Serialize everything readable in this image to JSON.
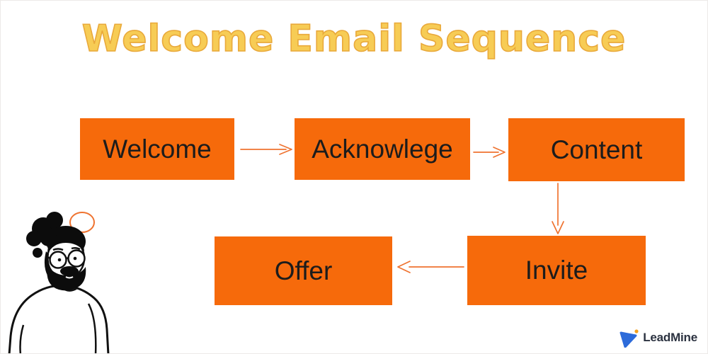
{
  "page": {
    "title": "Welcome Email Sequence",
    "background_color": "#FFFFFF",
    "border_color": "#ECEAE8",
    "title_color": "#F7CC55",
    "title_outline_color": "#E9A93B"
  },
  "flowchart": {
    "box_color": "#F66A0B",
    "box_text_color": "#1C1C1C",
    "arrow_color": "#EF7330",
    "nodes": [
      {
        "id": "welcome",
        "label": "Welcome"
      },
      {
        "id": "acknowlege",
        "label": "Acknowlege"
      },
      {
        "id": "content",
        "label": "Content"
      },
      {
        "id": "invite",
        "label": "Invite"
      },
      {
        "id": "offer",
        "label": "Offer"
      }
    ],
    "edges": [
      {
        "from": "welcome",
        "to": "acknowlege",
        "direction": "right"
      },
      {
        "from": "acknowlege",
        "to": "content",
        "direction": "right"
      },
      {
        "from": "content",
        "to": "invite",
        "direction": "down"
      },
      {
        "from": "invite",
        "to": "offer",
        "direction": "left"
      }
    ]
  },
  "illustration": {
    "description": "man with bun hairstyle, glasses and beard, thinking with orange speech bubble",
    "speech_bubble_color": "#EF7330"
  },
  "branding": {
    "name": "LeadMine",
    "text_color": "#2B3240",
    "logo_triangle_color": "#2D6BDA",
    "logo_dot_color": "#F6A21D"
  }
}
